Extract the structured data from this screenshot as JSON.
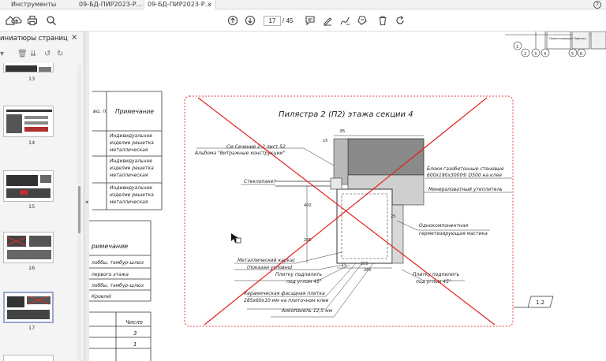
{
  "tabs": [
    {
      "label": "Инструменты"
    },
    {
      "label": "09-БД-ПИР2023-Р..."
    },
    {
      "label": "09-БД-ПИР2023-Р..."
    }
  ],
  "tab_close": "×",
  "help": "?",
  "toolbar": {
    "current_page": "17",
    "total_pages": "/ 45"
  },
  "panel": {
    "title": "иниатюры страниц",
    "close": "×",
    "thumbnails": [
      {
        "page": "13"
      },
      {
        "page": "14"
      },
      {
        "page": "15"
      },
      {
        "page": "16"
      },
      {
        "page": "17"
      }
    ]
  },
  "drawing": {
    "title": "Пилястра 2 (П2) этажа секции 4",
    "labels": {
      "section_ref": "См Сечение 2-2 лист 52",
      "album": "Альбома \"Витражные конструкции\"",
      "glass": "Стеклопакет",
      "blocks_1": "Блоки газобетонные стеновые",
      "blocks_2": "600х190х300(Н) D500 на клее",
      "insulation": "Минераловатный утеплитель",
      "sealant_1": "Однокомпонентная",
      "sealant_2": "герметизирующая мастика",
      "frame_1": "Металлический каркас",
      "frame_2": "(показан условно)",
      "tile_cut_1": "Плитку подпилить",
      "tile_cut_2": "под углом 45°",
      "tile_cut_3": "Плитку подпилить",
      "tile_cut_4": "под углом 45°",
      "ceramic_1": "Керамическая фасадная плитка",
      "ceramic_2": "285х60х10 мм на плиточном клее",
      "angle": "Анкопанель 12,5 мм",
      "callout": "1.2"
    },
    "dims": {
      "d85": "85",
      "d15": "15",
      "d400": "400",
      "d25": "25",
      "d285": "285",
      "d255": "255",
      "d15b": "15",
      "d285b": "285"
    },
    "table": {
      "col_header_1": "Примечание",
      "col_header_partial": "во,\nп.",
      "rows_top": [
        [
          "Индивидуальное",
          "изделие решетка",
          "металлическая"
        ],
        [
          "Индивидуальное",
          "изделие решетка",
          "металлическая"
        ],
        [
          "Индивидуальное",
          "изделие решетка",
          "металлическая"
        ]
      ],
      "header_2": "римечание",
      "rows_mid": [
        "лоббы, тамбур-шлюз",
        "первого этажа",
        "лоббы, тамбур-шлюз",
        "Кровли)"
      ],
      "count_header": "Число",
      "counts": [
        "3",
        "1"
      ]
    },
    "axes": {
      "markers": [
        "1",
        "2",
        "3",
        "4",
        "5",
        "6"
      ],
      "stamp_1": "Проектировщик",
      "stamp_2": "Подпись"
    },
    "colors": {
      "cross": "#e02020",
      "border": "#e04040"
    }
  }
}
